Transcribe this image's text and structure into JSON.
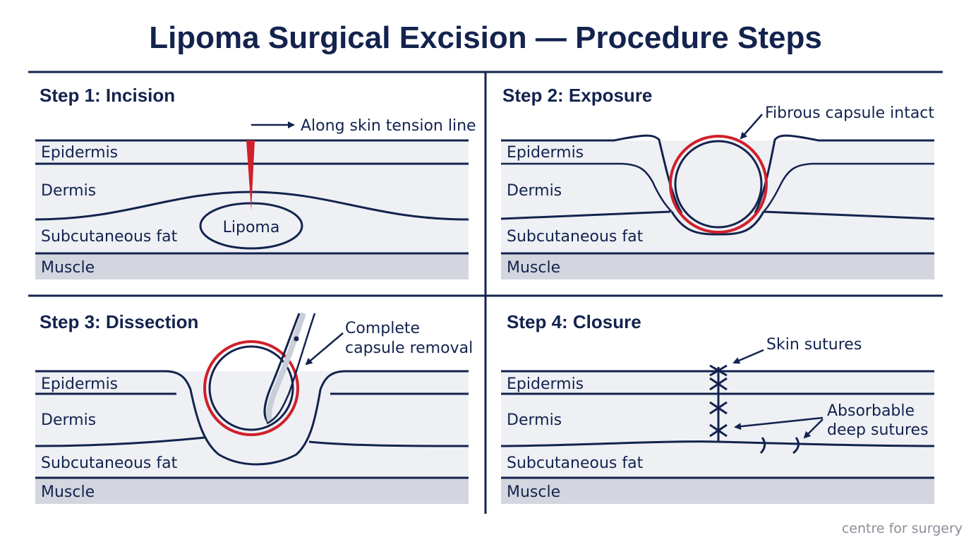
{
  "title": "Lipoma Surgical Excision — Procedure Steps",
  "watermark": "centre for surgery",
  "layers": {
    "epidermis": "Epidermis",
    "dermis": "Dermis",
    "fat": "Subcutaneous fat",
    "muscle": "Muscle"
  },
  "steps": [
    {
      "title": "Step 1: Incision",
      "annotations": [
        "Along skin tension line"
      ],
      "lesion_label": "Lipoma"
    },
    {
      "title": "Step 2: Exposure",
      "annotations": [
        "Fibrous capsule intact"
      ]
    },
    {
      "title": "Step 3: Dissection",
      "annotations": [
        "Complete",
        "capsule removal"
      ]
    },
    {
      "title": "Step 4: Closure",
      "annotations": [
        "Skin sutures",
        "Absorbable",
        "deep sutures"
      ]
    }
  ],
  "colors": {
    "ink": "#13234e",
    "accent_red": "#d0202a",
    "skin_band": "#eef0f4",
    "muscle_band": "#d3d6de"
  }
}
